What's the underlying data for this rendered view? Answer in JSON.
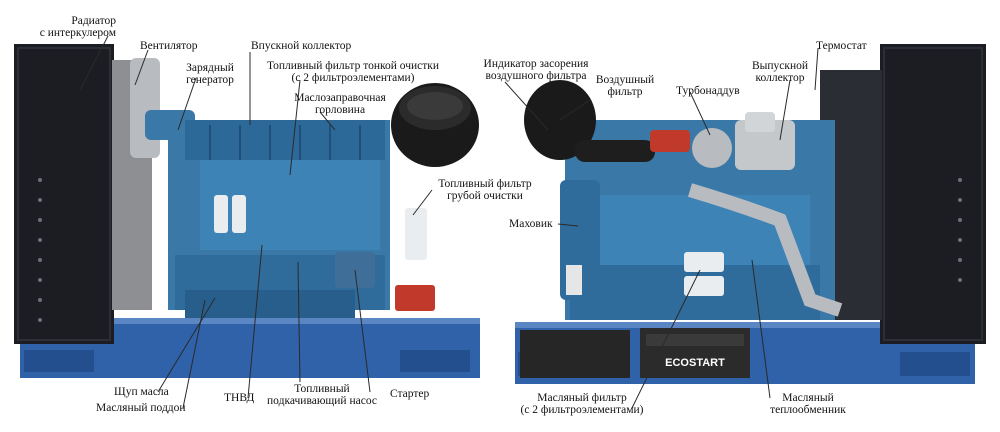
{
  "labels": {
    "radiator": [
      "Радиатор",
      "с интеркулером"
    ],
    "fan": "Вентилятор",
    "alternator": [
      "Зарядный",
      "генератор"
    ],
    "intake_manifold": "Впускной коллектор",
    "fine_fuel_filter": [
      "Топливный фильтр тонкой очистки",
      "(с 2 фильтроэлементами)"
    ],
    "oil_filler_neck": [
      "Маслозаправочная",
      "горловина"
    ],
    "coarse_fuel_filter": [
      "Топливный фильтр",
      "грубой очистки"
    ],
    "air_filter_indicator": [
      "Индикатор засорения",
      "воздушного фильтра"
    ],
    "air_filter": [
      "Воздушный",
      "фильтр"
    ],
    "turbocharger": "Турбонаддув",
    "exhaust_manifold": [
      "Выпускной",
      "коллектор"
    ],
    "thermostat": "Термостат",
    "flywheel": "Маховик",
    "oil_dipstick": "Щуп масла",
    "oil_pan": "Масляный поддон",
    "injection_pump": "ТНВД",
    "fuel_priming_pump": [
      "Топливный",
      "подкачивающий насос"
    ],
    "starter": "Стартер",
    "oil_filter": [
      "Масляный фильтр",
      "(с 2 фильтроэлементами)"
    ],
    "oil_heat_exchanger": [
      "Масляный",
      "теплообменник"
    ]
  },
  "battery_brand": "ECOSTART",
  "colors": {
    "engine_blue": "#3a78a8",
    "engine_dark": "#1f4f78",
    "frame_blue": "#2f62a8",
    "radiator": "#1b1d22",
    "filter_white": "#e9edf0",
    "pipe_grey": "#b8bcc0",
    "pipe_red": "#c0392b",
    "leader": "#2a2a2a"
  }
}
